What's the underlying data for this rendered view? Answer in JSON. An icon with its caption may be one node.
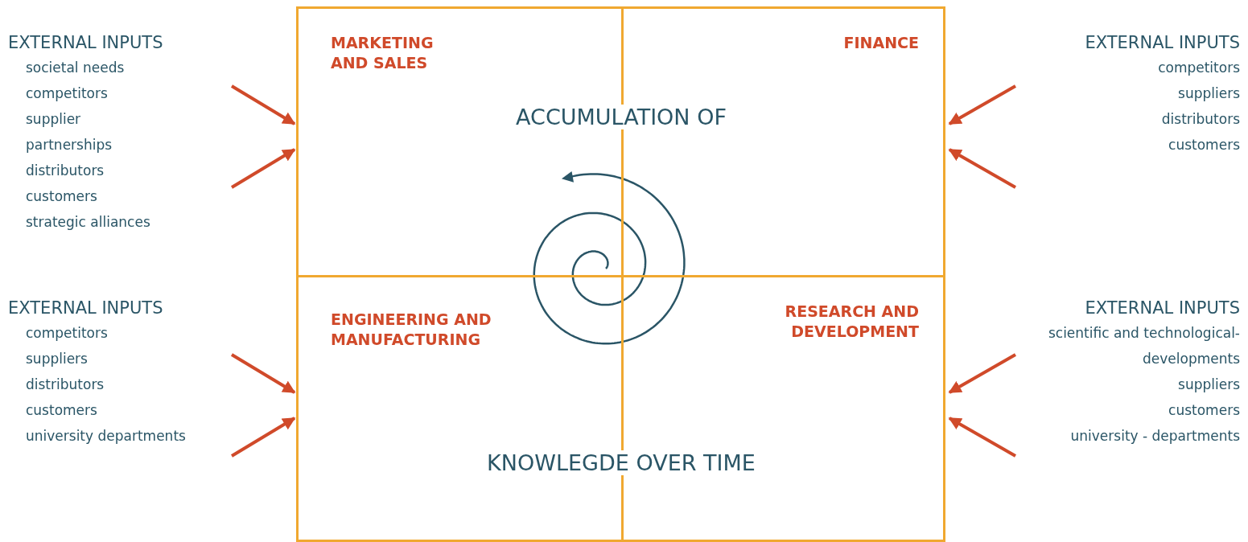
{
  "diagram": {
    "nodes": [
      {
        "text": [
          "MARKETING AND SALES"
        ]
      },
      {
        "text": [
          "FINANCE"
        ]
      },
      {
        "text": [
          "ENGINEERING AND MANUFACTURING"
        ]
      },
      {
        "text": [
          "RESEARCH AND DEVELOPMENT"
        ]
      },
      {
        "text": [
          "EXTERNAL INPUTS",
          "societal needs",
          "competitors",
          "supplier",
          "partnerships",
          "distributors",
          "customers",
          "strategic alliances"
        ]
      },
      {
        "text": [
          "EXTERNAL INPUTS",
          "competitors",
          "suppliers",
          "distributors",
          "customers"
        ]
      },
      {
        "text": [
          "EXTERNAL INPUTS",
          "competitors",
          "suppliers",
          "distributors",
          "customers",
          "university departments"
        ]
      },
      {
        "text": [
          "EXTERNAL INPUTS",
          "scientific and technological- developments",
          "suppliers",
          "customers",
          "university - departments"
        ]
      }
    ],
    "edges": [
      {
        "from": 4,
        "to": 0,
        "arrow": "to"
      },
      {
        "from": 4,
        "to": 0,
        "arrow": "to"
      },
      {
        "from": 5,
        "to": 1,
        "arrow": "to"
      },
      {
        "from": 5,
        "to": 1,
        "arrow": "to"
      },
      {
        "from": 6,
        "to": 2,
        "arrow": "to"
      },
      {
        "from": 6,
        "to": 2,
        "arrow": "to"
      },
      {
        "from": 7,
        "to": 3,
        "arrow": "to"
      },
      {
        "from": 7,
        "to": 3,
        "arrow": "to"
      }
    ],
    "labels": [
      "ACCUMULATION OF",
      "KNOWLEGDE OVER TIME"
    ]
  }
}
